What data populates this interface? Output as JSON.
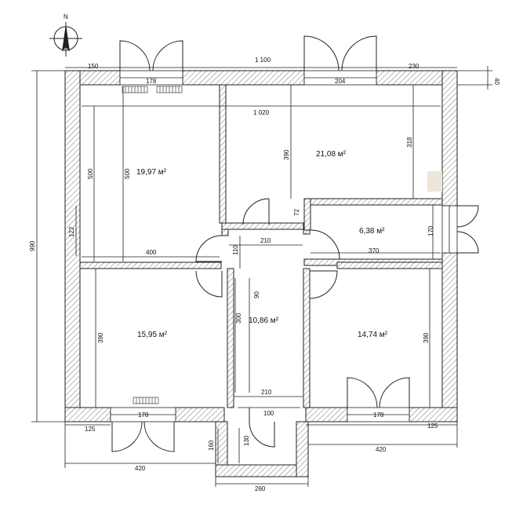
{
  "north": {
    "label": "N"
  },
  "dimensions": {
    "overall_width": "1 100",
    "overall_height": "990",
    "top_left_offset": "150",
    "top_window_1": "178",
    "top_window_2": "204",
    "top_right_offset": "230",
    "wall_thickness": "40",
    "inner_width": "1 020",
    "left_room_height_a": "500",
    "left_room_height_b": "500",
    "living_height": "390",
    "right_strip": "318",
    "small_72": "72",
    "utility_height": "170",
    "left_side_122": "122",
    "left_room_width": "400",
    "corridor_width_top": "210",
    "utility_width": "370",
    "corridor_110": "110",
    "corridor_90": "90",
    "corridor_300": "300",
    "bottom_left_height": "390",
    "bottom_right_height": "390",
    "corridor_width_bottom": "210",
    "bottom_window_left": "178",
    "bottom_window_right": "178",
    "bottom_door": "100",
    "bottom_left_offset": "125",
    "bottom_right_offset": "125",
    "porch_130": "130",
    "porch_160": "160",
    "left_420": "420",
    "right_420": "420",
    "porch_width": "260"
  },
  "rooms": {
    "top_left": "19,97 м²",
    "top_right": "21,08 м²",
    "utility": "6,38 м²",
    "corridor": "10,86 м²",
    "bottom_left": "15,95 м²",
    "bottom_right": "14,74 м²"
  }
}
